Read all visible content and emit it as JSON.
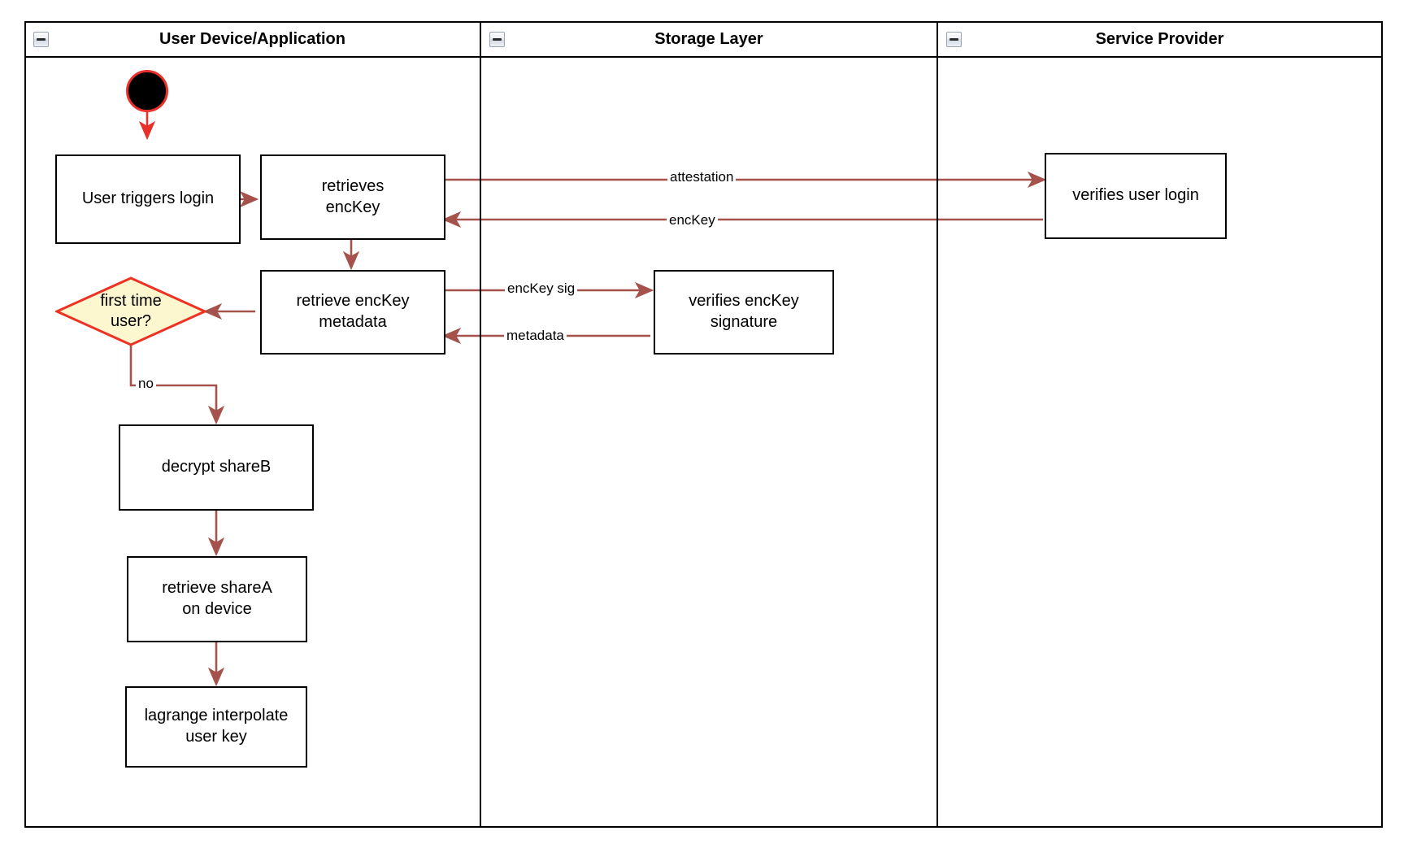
{
  "diagram": {
    "type": "swimlane-activity-diagram",
    "lanes": [
      {
        "id": "lane-user",
        "title": "User Device/Application",
        "collapse_icon": "minus-square-icon"
      },
      {
        "id": "lane-storage",
        "title": "Storage Layer",
        "collapse_icon": "minus-square-icon"
      },
      {
        "id": "lane-provider",
        "title": "Service Provider",
        "collapse_icon": "minus-square-icon"
      }
    ],
    "nodes": [
      {
        "id": "start",
        "shape": "start-circle",
        "label": "",
        "lane": "lane-user"
      },
      {
        "id": "n1",
        "shape": "rect",
        "label": "User triggers login",
        "lane": "lane-user"
      },
      {
        "id": "n2",
        "shape": "rect",
        "label": "retrieves\nencKey",
        "lane": "lane-user"
      },
      {
        "id": "n3",
        "shape": "rect",
        "label": "retrieve encKey\nmetadata",
        "lane": "lane-user"
      },
      {
        "id": "d1",
        "shape": "diamond",
        "label": "first time\nuser?",
        "lane": "lane-user"
      },
      {
        "id": "n4",
        "shape": "rect",
        "label": "decrypt shareB",
        "lane": "lane-user"
      },
      {
        "id": "n5",
        "shape": "rect",
        "label": "retrieve shareA\non device",
        "lane": "lane-user"
      },
      {
        "id": "n6",
        "shape": "rect",
        "label": "lagrange interpolate\nuser key",
        "lane": "lane-user"
      },
      {
        "id": "n7",
        "shape": "rect",
        "label": "verifies encKey\nsignature",
        "lane": "lane-storage"
      },
      {
        "id": "n8",
        "shape": "rect",
        "label": "verifies user login",
        "lane": "lane-provider"
      }
    ],
    "edges": [
      {
        "from": "start",
        "to": "n1",
        "label": ""
      },
      {
        "from": "n1",
        "to": "n2",
        "label": ""
      },
      {
        "from": "n2",
        "to": "n8",
        "label": "attestation"
      },
      {
        "from": "n8",
        "to": "n2",
        "label": "encKey"
      },
      {
        "from": "n2",
        "to": "n3",
        "label": ""
      },
      {
        "from": "n3",
        "to": "n7",
        "label": "encKey sig"
      },
      {
        "from": "n7",
        "to": "n3",
        "label": "metadata"
      },
      {
        "from": "n3",
        "to": "d1",
        "label": ""
      },
      {
        "from": "d1",
        "to": "n4",
        "label": "no"
      },
      {
        "from": "n4",
        "to": "n5",
        "label": ""
      },
      {
        "from": "n5",
        "to": "n6",
        "label": ""
      }
    ],
    "colors": {
      "arrow": "#a5524c",
      "start_arrow": "#e8312a",
      "start_fill": "#000000",
      "start_border": "#e8312a",
      "decision_fill": "#fdf7cf",
      "decision_border": "#ed3224",
      "node_border": "#000000",
      "node_fill": "#ffffff",
      "lane_border": "#000000",
      "text": "#000000"
    }
  }
}
